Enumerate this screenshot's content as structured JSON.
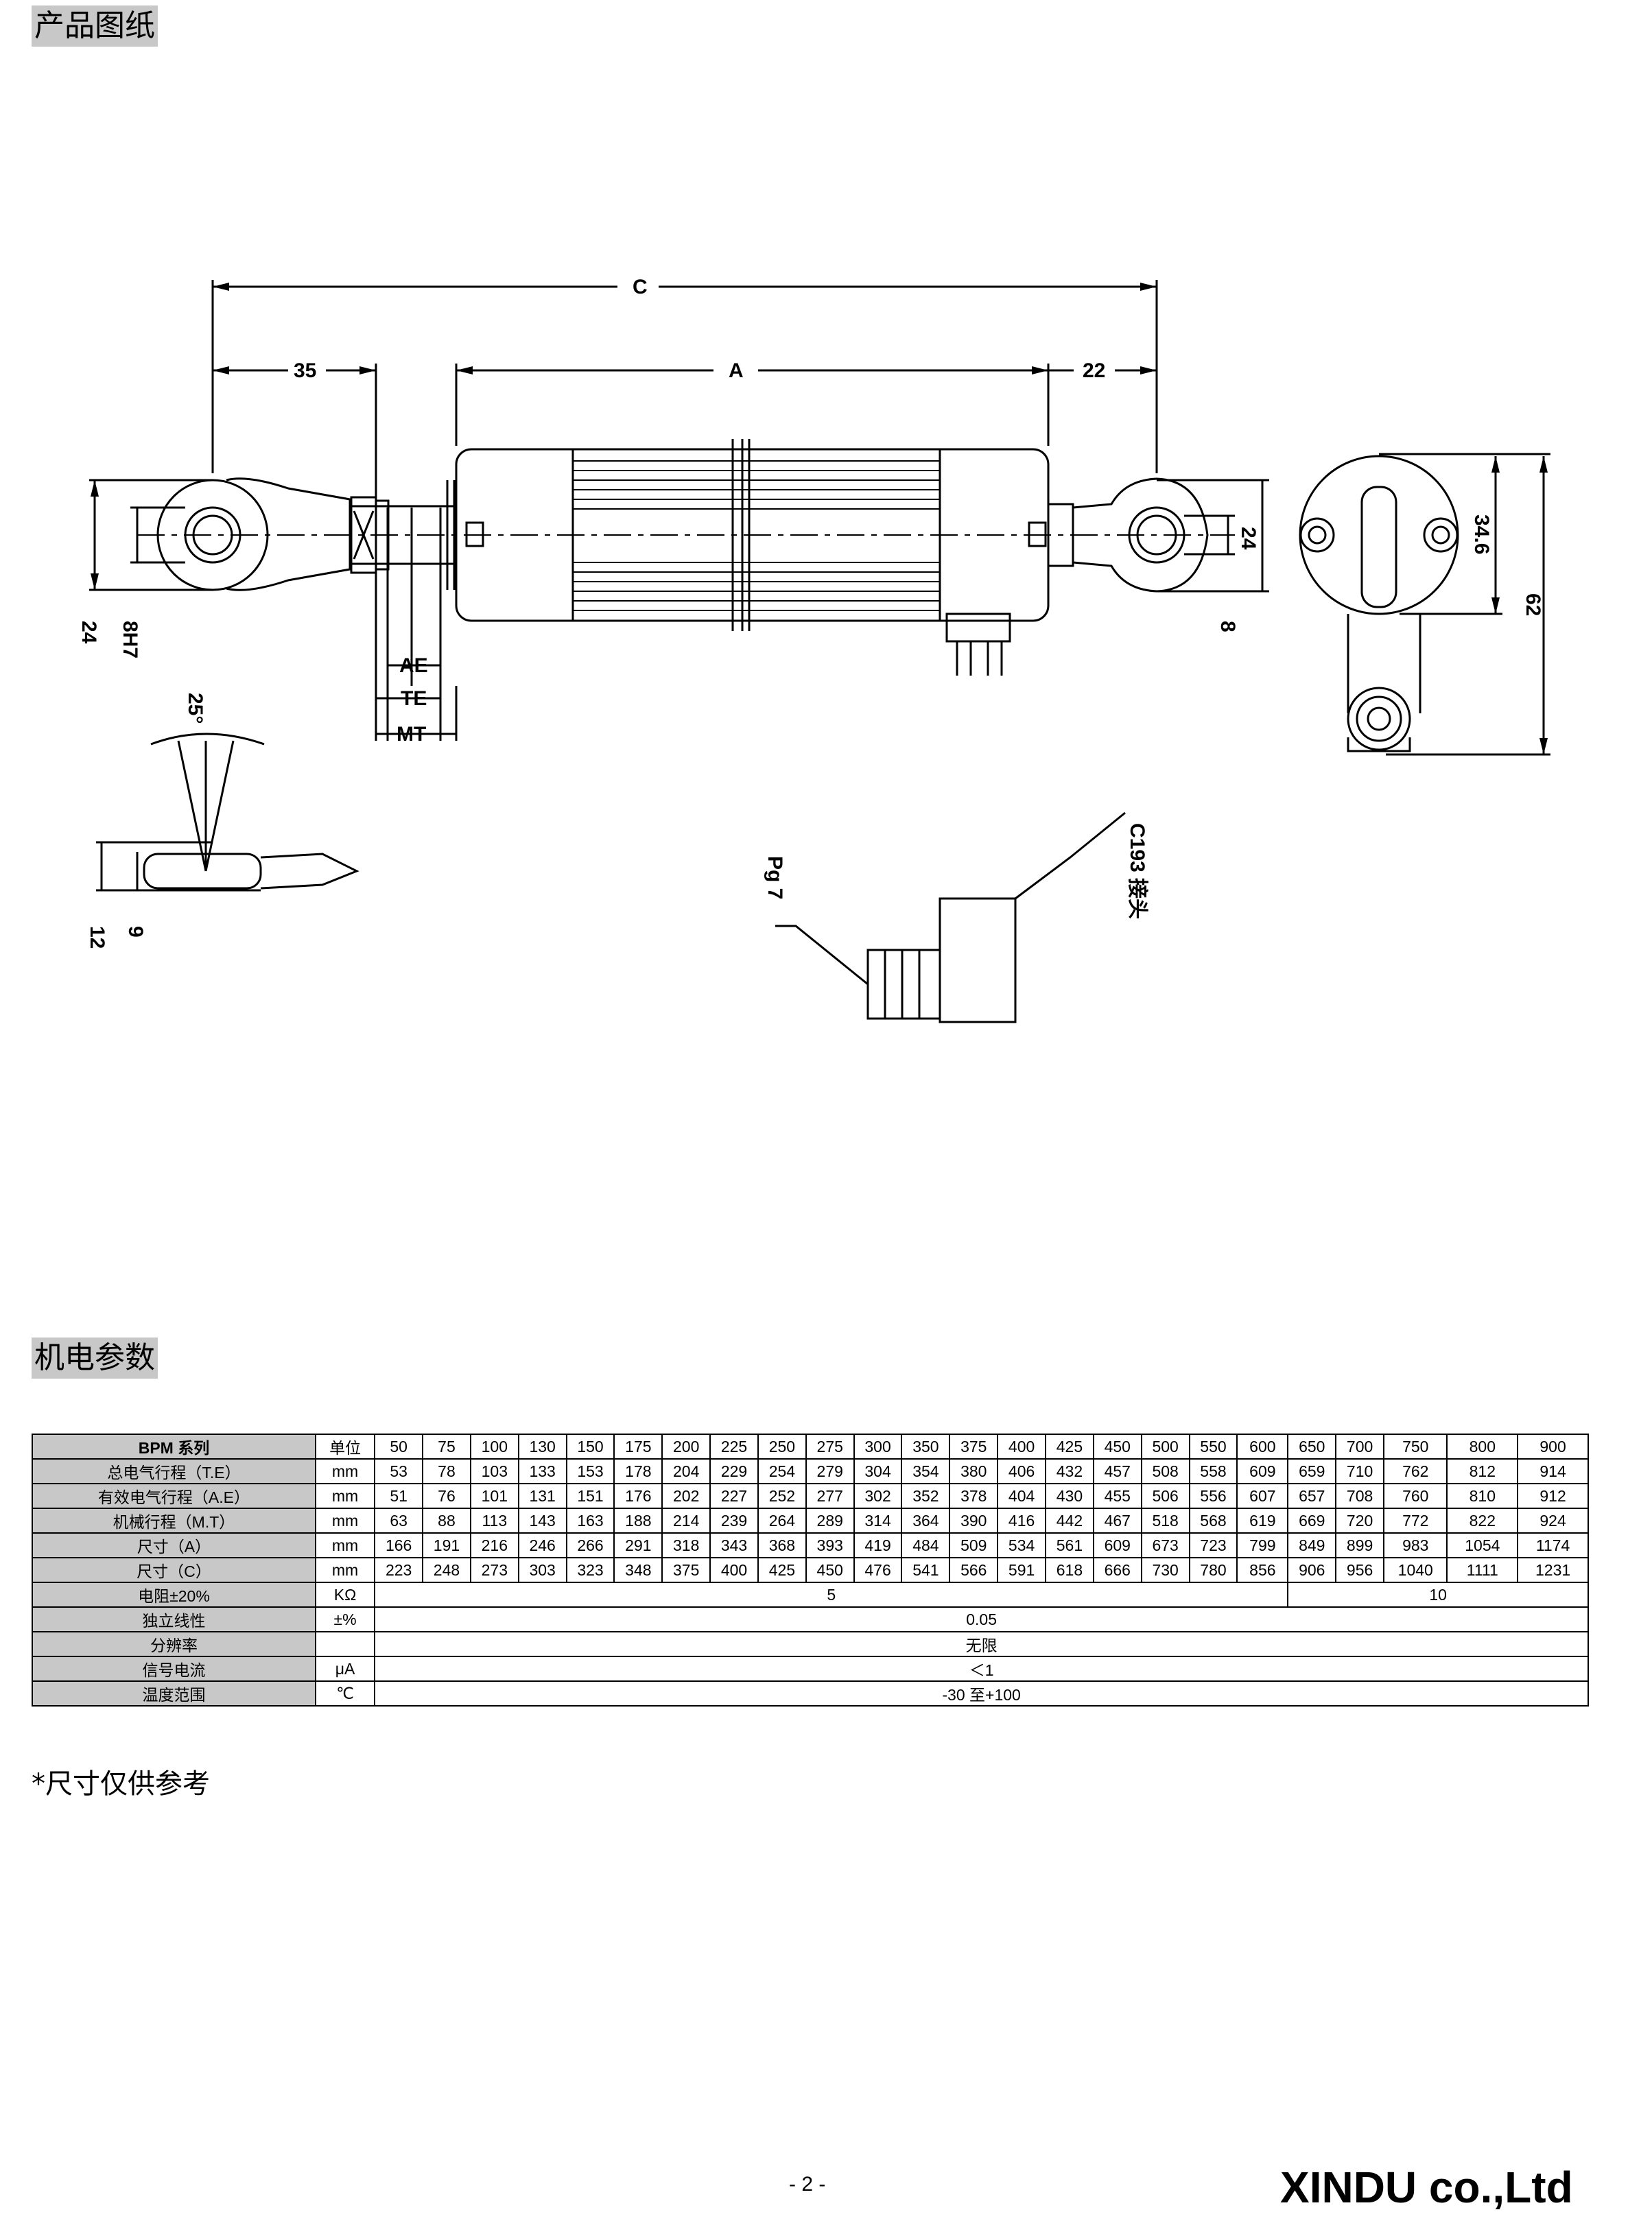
{
  "sections": {
    "drawing_title": "产品图纸",
    "params_title": "机电参数"
  },
  "drawing_labels": {
    "C": "C",
    "A": "A",
    "d35": "35",
    "d22": "22",
    "AE": "AE",
    "TE": "TE",
    "MT": "MT",
    "d24_left": "24",
    "d8H7": "8H7",
    "d24_right": "24",
    "d8": "8",
    "d34_6": "34.6",
    "d62": "62",
    "angle": "25°",
    "d12": "12",
    "d9": "9",
    "pg7": "Pg 7",
    "connector": "C193 接头"
  },
  "table": {
    "header": {
      "label": "BPM 系列",
      "unit": "单位",
      "values": [
        "50",
        "75",
        "100",
        "130",
        "150",
        "175",
        "200",
        "225",
        "250",
        "275",
        "300",
        "350",
        "375",
        "400",
        "425",
        "450",
        "500",
        "550",
        "600",
        "650",
        "700",
        "750",
        "800",
        "900"
      ]
    },
    "rows": [
      {
        "label": "总电气行程（T.E）",
        "unit": "mm",
        "values": [
          "53",
          "78",
          "103",
          "133",
          "153",
          "178",
          "204",
          "229",
          "254",
          "279",
          "304",
          "354",
          "380",
          "406",
          "432",
          "457",
          "508",
          "558",
          "609",
          "659",
          "710",
          "762",
          "812",
          "914"
        ]
      },
      {
        "label": "有效电气行程（A.E）",
        "unit": "mm",
        "values": [
          "51",
          "76",
          "101",
          "131",
          "151",
          "176",
          "202",
          "227",
          "252",
          "277",
          "302",
          "352",
          "378",
          "404",
          "430",
          "455",
          "506",
          "556",
          "607",
          "657",
          "708",
          "760",
          "810",
          "912"
        ]
      },
      {
        "label": "机械行程（M.T）",
        "unit": "mm",
        "values": [
          "63",
          "88",
          "113",
          "143",
          "163",
          "188",
          "214",
          "239",
          "264",
          "289",
          "314",
          "364",
          "390",
          "416",
          "442",
          "467",
          "518",
          "568",
          "619",
          "669",
          "720",
          "772",
          "822",
          "924"
        ]
      },
      {
        "label": "尺寸（A）",
        "unit": "mm",
        "values": [
          "166",
          "191",
          "216",
          "246",
          "266",
          "291",
          "318",
          "343",
          "368",
          "393",
          "419",
          "484",
          "509",
          "534",
          "561",
          "609",
          "673",
          "723",
          "799",
          "849",
          "899",
          "983",
          "1054",
          "1174"
        ]
      },
      {
        "label": "尺寸（C）",
        "unit": "mm",
        "values": [
          "223",
          "248",
          "273",
          "303",
          "323",
          "348",
          "375",
          "400",
          "425",
          "450",
          "476",
          "541",
          "566",
          "591",
          "618",
          "666",
          "730",
          "780",
          "856",
          "906",
          "956",
          "1040",
          "1111",
          "1231"
        ]
      }
    ],
    "resistance": {
      "label": "电阻±20%",
      "unit": "KΩ",
      "value_a": "5",
      "value_b": "10"
    },
    "merged_rows": [
      {
        "label": "独立线性",
        "unit": "±%",
        "value": "0.05"
      },
      {
        "label": "分辨率",
        "unit": "",
        "value": "无限"
      },
      {
        "label": "信号电流",
        "unit": "μA",
        "value": "＜1"
      },
      {
        "label": "温度范围",
        "unit": "℃",
        "value": "-30 至+100"
      }
    ]
  },
  "note": "*尺寸仅供参考",
  "page_number": "- 2 -",
  "company": "XINDU co.,Ltd"
}
